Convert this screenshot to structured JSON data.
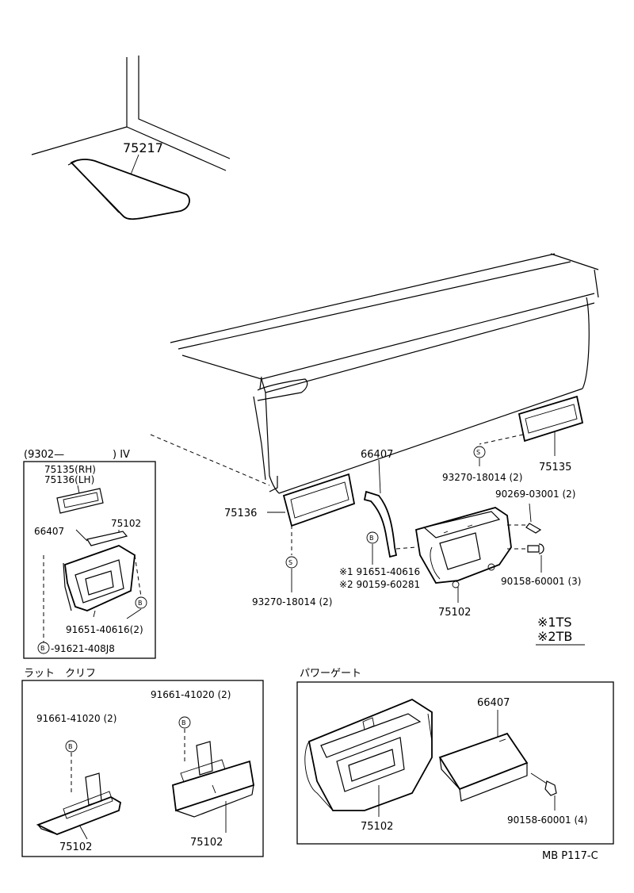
{
  "labels": {
    "p75217": "75217",
    "p66407_main": "66407",
    "p75136_main": "75136",
    "p75135_main": "75135",
    "p93270_right": "93270-18014 (2)",
    "p93270_left": "93270-18014 (2)",
    "p90269": "90269-03001 (2)",
    "p90158_main": "90158-60001 (3)",
    "p91651_ts": "※1 91651-40616",
    "p90159_tb": "※2 90159-60281",
    "p75102_main": "75102",
    "legend_ts": "※1TS",
    "legend_tb": "※2TB",
    "footer_code": "MB P117-C"
  },
  "inset_iv": {
    "title": "(9302—",
    "title_suffix": ") IV",
    "p75135rh": "75135(RH)",
    "p75136lh": "75136(LH)",
    "p66407": "66407",
    "p75102": "75102",
    "p91651": "91651-40616(2)",
    "p91621": "-91621-408J8"
  },
  "inset_rattocliff": {
    "title": "ラット　クリフ",
    "p91661_a": "91661-41020 (2)",
    "p91661_b": "91661-41020 (2)",
    "p75102_a": "75102",
    "p75102_b": "75102"
  },
  "inset_powergate": {
    "title": "パワーゲート",
    "p66407": "66407",
    "p75102": "75102",
    "p90158": "90158-60001 (4)"
  },
  "symbols": {
    "s": "S",
    "b": "B"
  }
}
